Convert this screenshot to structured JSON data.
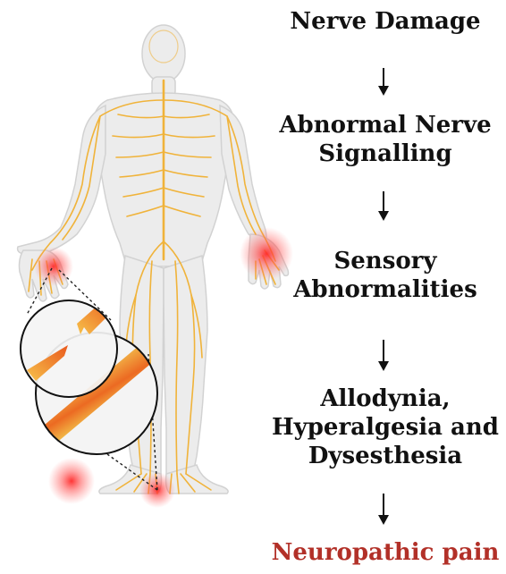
{
  "steps": [
    {
      "lines": [
        "Nerve Damage"
      ]
    },
    {
      "lines": [
        "Abnormal Nerve",
        "Signalling"
      ]
    },
    {
      "lines": [
        "Sensory",
        "Abnormalities"
      ]
    },
    {
      "lines": [
        "Allodynia,",
        "Hyperalgesia and",
        "Dysesthesia"
      ]
    },
    {
      "lines": [
        "Neuropathic pain"
      ]
    }
  ],
  "colors": {
    "text": "#111111",
    "final_text": "#b23028",
    "nerve": "#f0b33a",
    "pain_glow": "#ff3b3b",
    "body_fill": "#ececec",
    "damaged_nerve": "#e8571c"
  },
  "icons": [
    "down-arrow-icon",
    "human-body-illustration",
    "damaged-nerve-magnifier",
    "intact-nerve-magnifier",
    "pain-spot"
  ]
}
